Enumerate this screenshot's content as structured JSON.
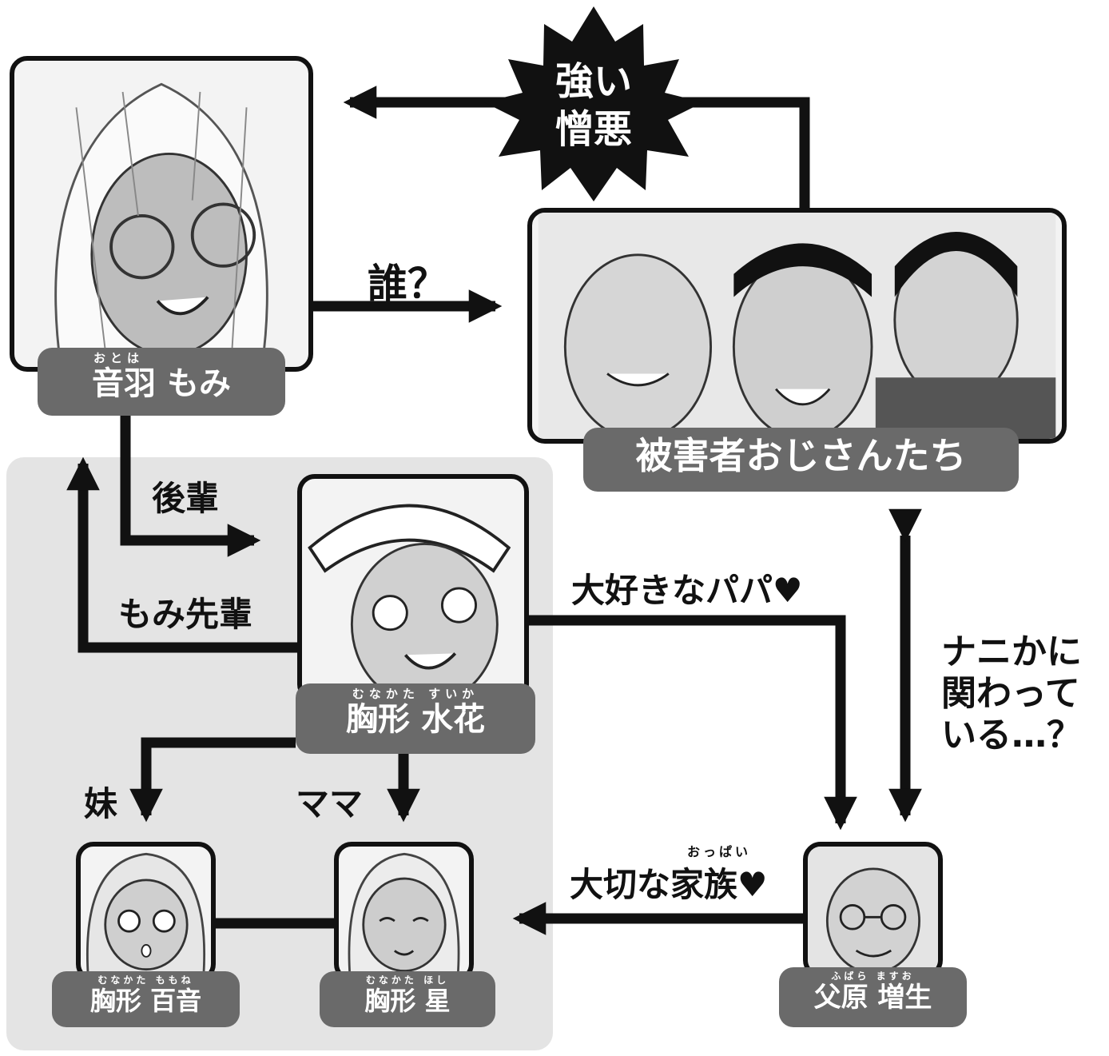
{
  "characters": {
    "momi": {
      "ruby": "おとは",
      "name": "音羽 もみ"
    },
    "victims": {
      "name": "被害者おじさんたち"
    },
    "suika": {
      "ruby": "むなかた すいか",
      "name": "胸形 水花"
    },
    "momone": {
      "ruby": "むなかた ももね",
      "name": "胸形 百音"
    },
    "hoshi": {
      "ruby": "むなかた ほし",
      "name": "胸形 星"
    },
    "masuo": {
      "ruby": "ふばら ますお",
      "name": "父原 増生"
    }
  },
  "relations": {
    "hatred_line1": "強い",
    "hatred_line2": "憎悪",
    "who": "誰？",
    "junior": "後輩",
    "senpai": "もみ先輩",
    "papa": "大好きなパパ♥",
    "involved_line1": "ナニかに",
    "involved_line2": "関わって",
    "involved_line3": "いる…？",
    "family_ruby": "おっぱい",
    "family": "大切な家族♥",
    "sister": "妹",
    "mama": "ママ"
  },
  "colors": {
    "line": "#111111",
    "nameplate": "#6a6a6a",
    "family_background": "#e4e4e4",
    "starburst": "#111111"
  }
}
